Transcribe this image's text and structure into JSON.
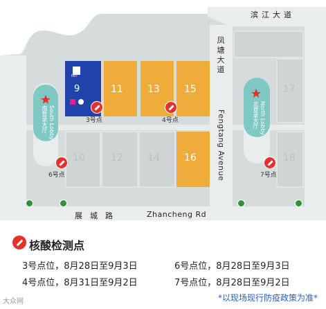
{
  "map": {
    "roads": {
      "binjiang": "滨江大道",
      "fengtang_cn": [
        "凤",
        "塘",
        "大",
        "道"
      ],
      "fengtang_en": "Fengtang Avenue",
      "zhancheng_cn": "展　城　路",
      "zhancheng_en": "Zhancheng Rd"
    },
    "halls": {
      "h9": "9",
      "h10": "10",
      "h11": "11",
      "h12": "12",
      "h13": "13",
      "h14": "14",
      "h15": "15",
      "h16": "16",
      "h17": "17",
      "h18": "18"
    },
    "hall9_logo": "RoT",
    "lobbies": {
      "south_cn": "南登录大厅",
      "south_en": "South Lobby",
      "north_cn": "北登录大厅",
      "north_en": "North Lobby"
    },
    "points": {
      "p3": "3号点",
      "p4": "4号点",
      "p6": "6号点",
      "p7": "7号点"
    },
    "colors": {
      "orange": "#f0ac3b",
      "blue": "#1f43a8",
      "teal": "#7fc8c4",
      "red": "#e5302c",
      "green": "#2f8f3a"
    }
  },
  "legend": {
    "title": "核酸检测点",
    "entries": [
      "3号点位，8月28日至9月3日",
      "4号点位，8月31日至9月2日",
      "6号点位，8月28日至9月3日",
      "7号点位，8月28日至9月2日"
    ],
    "note": "*以现场现行防疫政策为准*"
  },
  "watermark": "大众网"
}
